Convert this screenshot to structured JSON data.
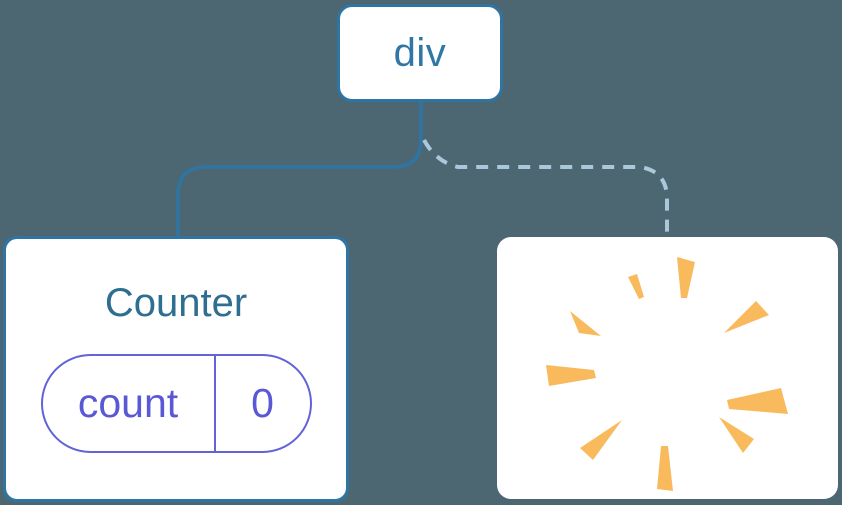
{
  "diagram": {
    "description": "component tree with root div, kept Counter child with state, and removed child (poof)",
    "root": {
      "label": "div"
    },
    "children": [
      {
        "kind": "component",
        "title": "Counter",
        "connection": "solid",
        "state": [
          {
            "name": "count",
            "value": "0"
          }
        ]
      },
      {
        "kind": "removed",
        "icon": "poof-sparkle-icon",
        "connection": "dashed"
      }
    ]
  },
  "colors": {
    "background": "#4C6772",
    "card_background": "#FFFFFF",
    "node_border": "#2E75A3",
    "solid_link": "#2E75A3",
    "dashed_link": "#A9C8DB",
    "root_label_text": "#3177A6",
    "component_title_text": "#2E6E90",
    "state_pill_accent": "#6263D8",
    "state_text": "#5A58D5",
    "sparkle": "#F9BA5E"
  }
}
